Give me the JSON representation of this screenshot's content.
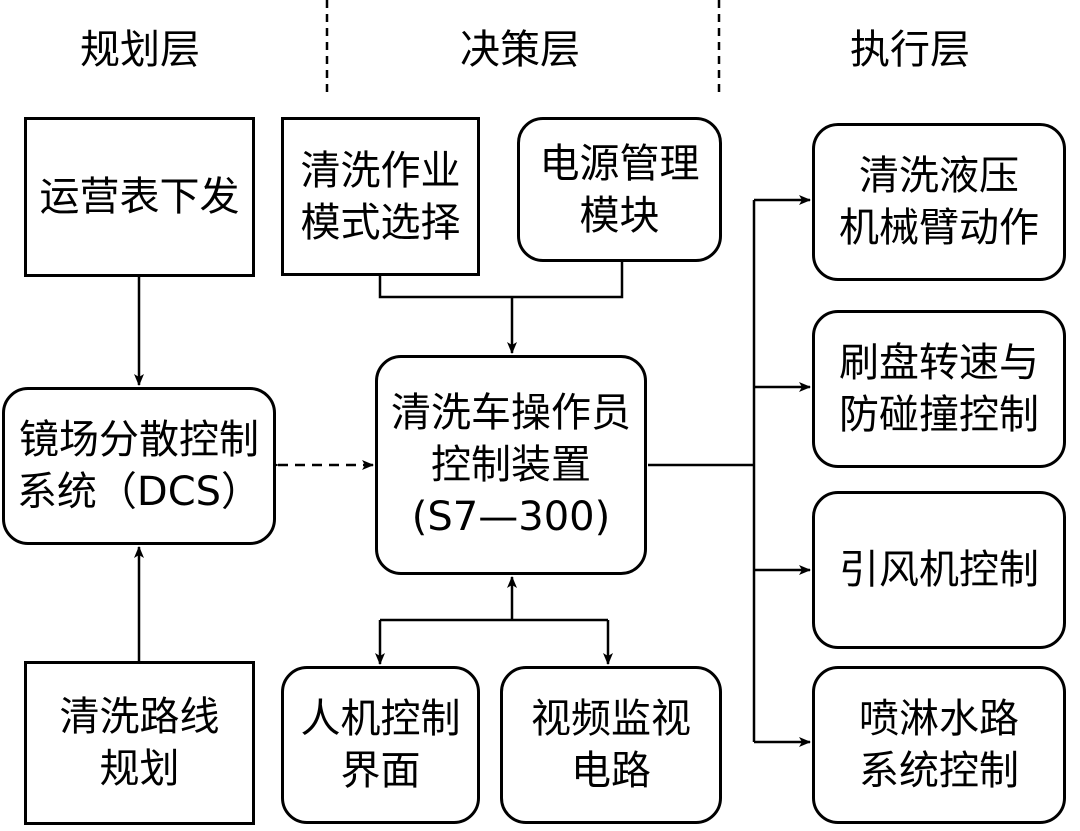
{
  "layers": {
    "planning": "规划层",
    "decision": "决策层",
    "execution": "执行层"
  },
  "planning": {
    "schedule": [
      "运营表下发"
    ],
    "dcs": [
      "镜场分散控制",
      "系统（DCS）"
    ],
    "route": [
      "清洗路线",
      "规划"
    ]
  },
  "decision": {
    "mode": [
      "清洗作业",
      "模式选择"
    ],
    "power": [
      "电源管理",
      "模块"
    ],
    "controller": [
      "清洗车操作员",
      "控制装置",
      "(S7—300)"
    ],
    "hmi": [
      "人机控制",
      "界面"
    ],
    "video": [
      "视频监视",
      "电路"
    ]
  },
  "execution": {
    "arm": [
      "清洗液压",
      "机械臂动作"
    ],
    "brush": [
      "刷盘转速与",
      "防碰撞控制"
    ],
    "fan": [
      "引风机控制"
    ],
    "spray": [
      "喷淋水路",
      "系统控制"
    ]
  }
}
